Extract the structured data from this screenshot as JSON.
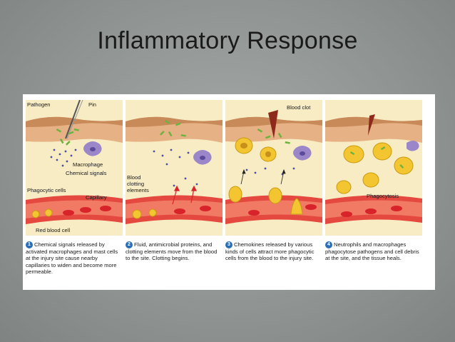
{
  "slide": {
    "title": "Inflammatory Response"
  },
  "labels": {
    "pathogen": "Pathogen",
    "pin": "Pin",
    "macrophage": "Macrophage",
    "chemical_signals": "Chemical signals",
    "phagocytic_cells": "Phagocytic cells",
    "capillary": "Capillary",
    "red_blood_cell": "Red blood cell",
    "blood_clotting_elements": "Blood clotting elements",
    "blood_clot": "Blood clot",
    "phagocytosis": "Phagocytosis"
  },
  "steps": [
    {
      "number": "1",
      "text": "Chemical signals released by activated macrophages and mast cells at the injury site cause nearby capillaries to widen and become more permeable."
    },
    {
      "number": "2",
      "text": "Fluid, antimicrobial proteins, and clotting elements move from the blood to the site. Clotting begins."
    },
    {
      "number": "3",
      "text": "Chemokines released by various kinds of cells attract more phagocytic cells from the blood to the injury site."
    },
    {
      "number": "4",
      "text": "Neutrophils and macrophages phagocytose pathogens and cell debris at the site, and the tissue heals."
    }
  ],
  "colors": {
    "step_badge": "#2a6fb5",
    "blood_cell": "#d8232a",
    "skin": "#e9b98a",
    "tissue": "#f8ecc4",
    "capillary": "#e4483f",
    "phagocyte": "#f2c531",
    "pathogen": "#6cb33f"
  }
}
